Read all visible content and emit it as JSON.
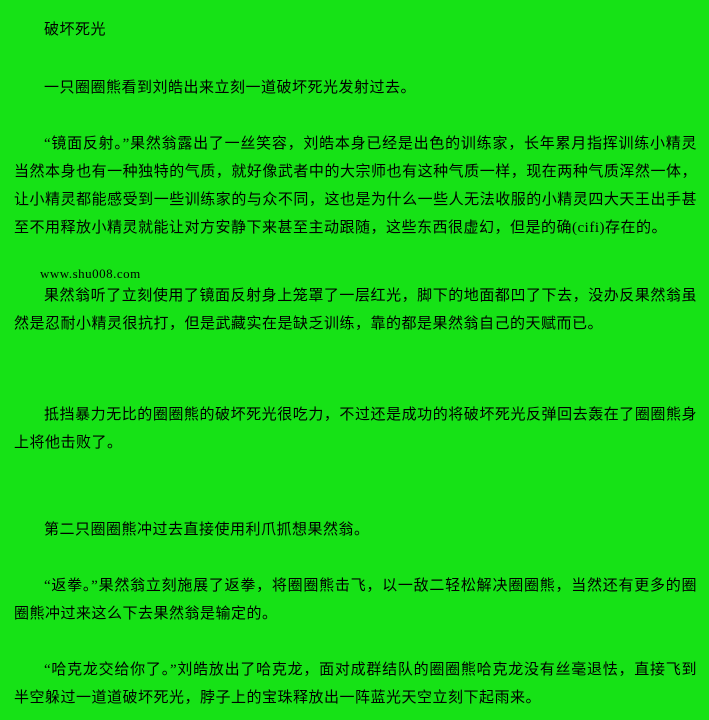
{
  "colors": {
    "background": "#16E216",
    "text": "#000000"
  },
  "document": {
    "heading": "破坏死光",
    "watermark": "www.shu008.com",
    "paragraphs": {
      "p1": "一只圈圈熊看到刘皓出来立刻一道破坏死光发射过去。",
      "p2": "“镜面反射。”果然翁露出了一丝笑容，刘皓本身已经是出色的训练家，长年累月指挥训练小精灵当然本身也有一种独特的气质，就好像武者中的大宗师也有这种气质一样，现在两种气质浑然一体，让小精灵都能感受到一些训练家的与众不同，这也是为什么一些人无法收服的小精灵四大天王出手甚至不用释放小精灵就能让对方安静下来甚至主动跟随，这些东西很虚幻，但是的确(cifi)存在的。",
      "p3": "果然翁听了立刻使用了镜面反射身上笼罩了一层红光，脚下的地面都凹了下去，没办反果然翁虽然是忍耐小精灵很抗打，但是武藏实在是缺乏训练，靠的都是果然翁自己的天赋而已。",
      "p4": "抵挡暴力无比的圈圈熊的破坏死光很吃力，不过还是成功的将破坏死光反弹回去轰在了圈圈熊身上将他击败了。",
      "p5": "第二只圈圈熊冲过去直接使用利爪抓想果然翁。",
      "p6": "“返拳。”果然翁立刻施展了返拳，将圈圈熊击飞，以一敌二轻松解决圈圈熊，当然还有更多的圈圈熊冲过来这么下去果然翁是输定的。",
      "p7": "“哈克龙交给你了。”刘皓放出了哈克龙，面对成群结队的圈圈熊哈克龙没有丝毫退怯，直接飞到半空躲过一道道破坏死光，脖子上的宝珠释放出一阵蓝光天空立刻下起雨来。"
    }
  }
}
